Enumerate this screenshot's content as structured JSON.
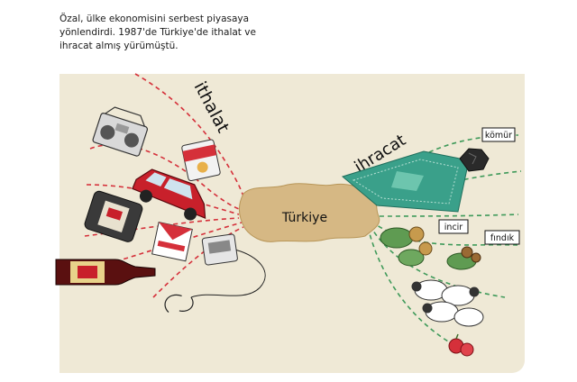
{
  "caption": {
    "line1": "Özal, ülke ekonomisini serbest piyasaya",
    "line2": "yönlendirdi. 1987'de Türkiye'de ithalat ve",
    "line3": "ihracat almış yürümüştü."
  },
  "diagram": {
    "center_label": "Türkiye",
    "import_label": "ithalat",
    "export_label": "ihracat",
    "product_tags": {
      "komur": "kömür",
      "incir": "incir",
      "findik": "fındık"
    },
    "import_items": [
      "radio-cassette-player",
      "red-car",
      "soup-can",
      "cigarette-can",
      "cigarette-pack",
      "walkman",
      "whisky-bottle"
    ],
    "export_items": [
      "carpet",
      "coal",
      "figs",
      "hazelnuts",
      "sheep",
      "apples"
    ],
    "colors": {
      "panel": "#efe9d6",
      "import_line": "#d5303a",
      "export_line": "#3f9a5a",
      "map": "#d6b884"
    }
  }
}
